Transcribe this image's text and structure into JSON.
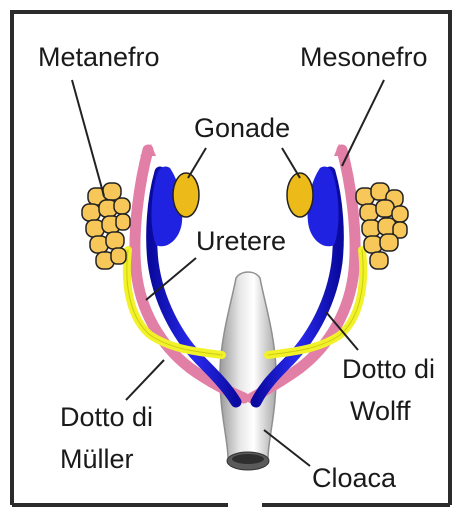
{
  "labels": {
    "metanefro": "Metanefro",
    "mesonefro": "Mesonefro",
    "gonade": "Gonade",
    "uretere": "Uretere",
    "dotto_wolff_line1": "Dotto di",
    "dotto_wolff_line2": "Wolff",
    "dotto_muller_line1": "Dotto di",
    "dotto_muller_line2": "Müller",
    "cloaca": "Cloaca"
  },
  "colors": {
    "frame": "#2b2b2b",
    "metanephros_fill": "#f7c75a",
    "gonad_fill": "#ecbb19",
    "wolffian_duct": "#1f22e0",
    "mullerian_duct": "#e27fa7",
    "ureter": "#f2f22a",
    "cloaca_fill": "#d6d6d6",
    "leader_line": "#222222"
  }
}
